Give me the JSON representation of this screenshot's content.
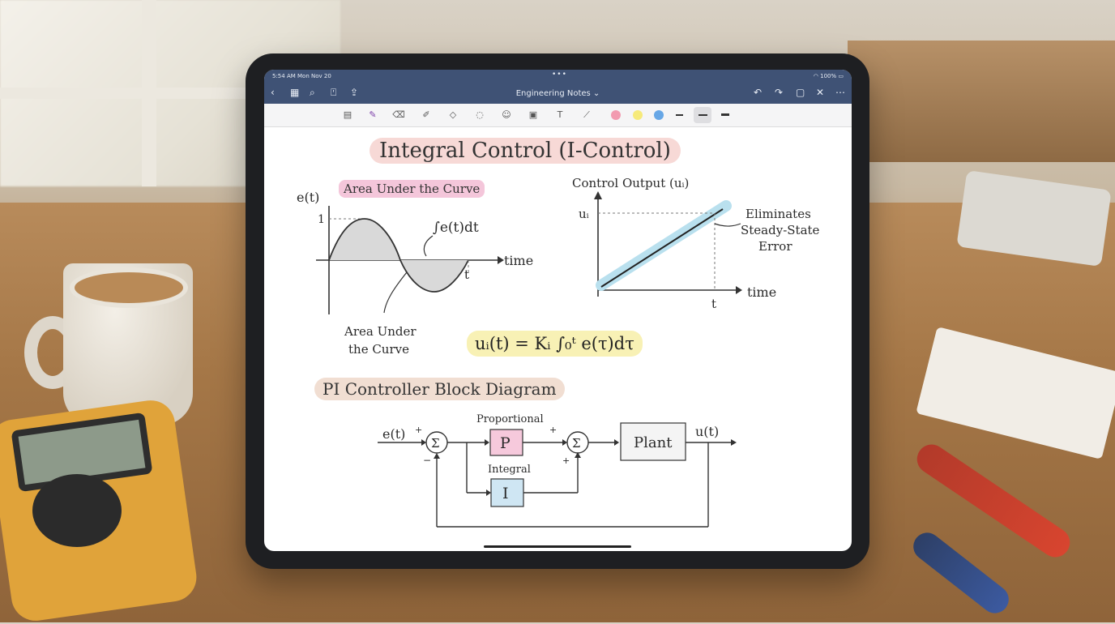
{
  "status": {
    "time": "5:54 AM  Mon Nov 20",
    "dots": "•••",
    "battery": "100%"
  },
  "nav": {
    "title": "Engineering Notes ⌄",
    "back_icon": "chevron-left-icon",
    "grid_icon": "grid-icon",
    "search_icon": "search-icon",
    "bookmark_icon": "bookmark-icon",
    "share_icon": "share-icon",
    "undo_icon": "undo-icon",
    "redo_icon": "redo-icon",
    "page_icon": "page-icon",
    "close_icon": "close-icon",
    "more_icon": "more-icon"
  },
  "toolbar": {
    "swatches": [
      "#f29bb0",
      "#f6ea7a",
      "#67a7e6"
    ],
    "accent": "#3f5275"
  },
  "note": {
    "title": "Integral Control (I-Control)",
    "area_heading": "Area Under the Curve",
    "graph1": {
      "y_label": "e(t)",
      "y_tick": "1",
      "integral_label": "∫e(t)dt",
      "x_label": "time",
      "t_label": "t",
      "area_caption_line1": "Area Under",
      "area_caption_line2": "the Curve"
    },
    "graph2": {
      "heading": "Control Output (uᵢ)",
      "y_tick": "uᵢ",
      "x_label": "time",
      "t_label": "t",
      "annot_line1": "Eliminates",
      "annot_line2": "Steady-State",
      "annot_line3": "Error"
    },
    "formula": "uᵢ(t) = Kᵢ ∫₀ᵗ e(τ)dτ",
    "pi_heading": "PI Controller Block Diagram",
    "block": {
      "input": "e(t)",
      "plus1": "+",
      "minus1": "−",
      "sum": "Σ",
      "proportional": "Proportional",
      "p": "P",
      "integral": "Integral",
      "i": "I",
      "plus2": "+",
      "plus3": "+",
      "plant": "Plant",
      "output": "u(t)"
    }
  }
}
